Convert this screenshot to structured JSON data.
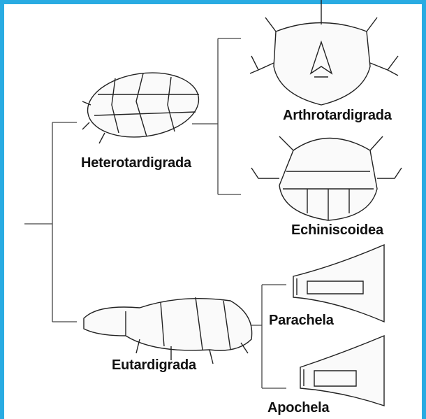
{
  "taxa": {
    "heterotardigrada": "Heterotardigrada",
    "arthrotardigrada": "Arthrotardigrada",
    "echiniscoidea": "Echiniscoidea",
    "eutardigrada": "Eutardigrada",
    "parachela": "Parachela",
    "apochela": "Apochela"
  },
  "colors": {
    "frame": "#29abe2",
    "line": "#333333"
  }
}
